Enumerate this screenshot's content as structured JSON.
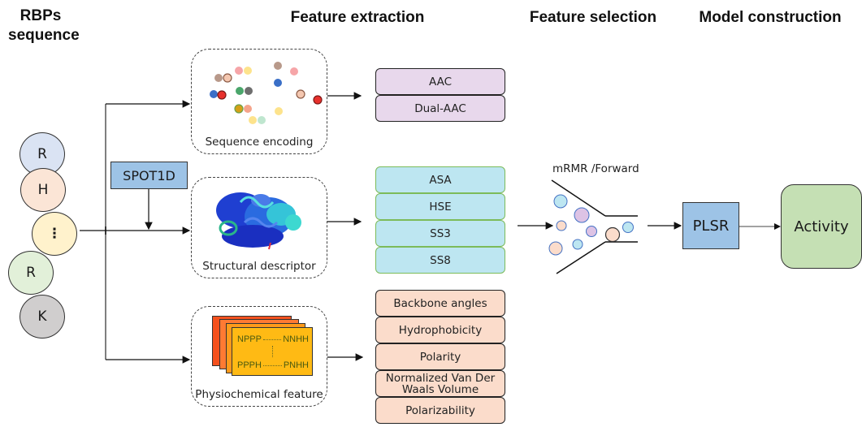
{
  "headings": {
    "input": "RBPs\nsequence",
    "input_line1": "RBPs",
    "input_line2": "sequence",
    "extraction": "Feature extraction",
    "selection": "Feature selection",
    "model": "Model construction"
  },
  "sequence_residues": [
    {
      "label": "R",
      "color": "#dae3f3"
    },
    {
      "label": "H",
      "color": "#fbe5d6"
    },
    {
      "label": "⋮",
      "color": "#fff2cc"
    },
    {
      "label": "R",
      "color": "#e2f0d9"
    },
    {
      "label": "K",
      "color": "#d0cece"
    }
  ],
  "spot1d": {
    "label": "SPOT1D",
    "color": "#9dc3e6"
  },
  "extraction_modules": [
    {
      "caption": "Sequence encoding",
      "image": "colored-dots-image"
    },
    {
      "caption": "Structural descriptor",
      "image": "protein-structure-image"
    },
    {
      "caption": "Physiochemical feature",
      "image": "stacked-cards-image"
    }
  ],
  "physio_card": {
    "line1_a": "NPPP",
    "line1_b": "NNHH",
    "line2_a": "PPPH",
    "line2_b": "PNHH"
  },
  "feature_groups": {
    "sequence": [
      "AAC",
      "Dual-AAC"
    ],
    "structural": [
      "ASA",
      "HSE",
      "SS3",
      "SS8"
    ],
    "physiochemical": [
      "Backbone angles",
      "Hydrophobicity",
      "Polarity",
      "Normalized Van Der Waals Volume",
      "Polarizability"
    ]
  },
  "selection": {
    "label": "mRMR /Forward"
  },
  "model": {
    "label": "PLSR",
    "color": "#9dc3e6"
  },
  "output": {
    "label": "Activity",
    "color": "#c5e0b4"
  },
  "colors": {
    "purple_fill": "#e8d8ec",
    "blue_fill": "#bde6f1",
    "orange_fill": "#fbdccb",
    "green_border": "#7cbb5a"
  }
}
